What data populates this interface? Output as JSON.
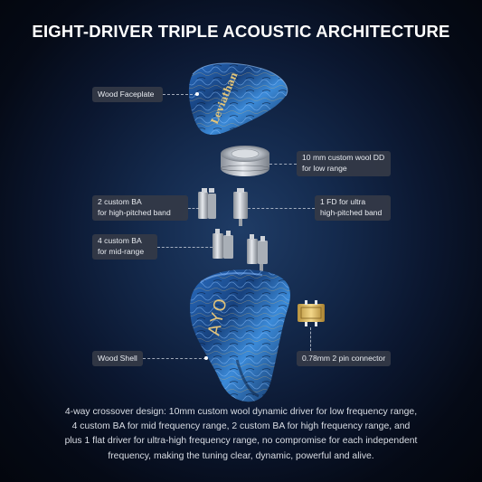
{
  "title": "EIGHT-DRIVER TRIPLE ACOUSTIC ARCHITECTURE",
  "labels": {
    "faceplate": "Wood Faceplate",
    "dd_line1": "10 mm custom wool DD",
    "dd_line2": "for low range",
    "ba2_line1": "2 custom BA",
    "ba2_line2": "for high-pitched band",
    "fd_line1": "1 FD for ultra",
    "fd_line2": "high-pitched band",
    "ba4_line1": "4 custom BA",
    "ba4_line2": "for mid-range",
    "shell": "Wood Shell",
    "connector": "0.78mm 2 pin connector"
  },
  "faceplate_text": "Leviathan",
  "shell_logo": "AYO",
  "description": [
    "4-way crossover design: 10mm custom wool dynamic driver for low frequency range,",
    "4 custom BA for mid frequency range, 2 custom BA for high frequency range, and",
    "plus 1 flat driver for ultra-high frequency range, no compromise for each independent",
    "frequency, making the tuning clear, dynamic, powerful and alive."
  ],
  "colors": {
    "background": "#0b1730",
    "label_bg": "#343a46",
    "resin_blue": "#1d4f93",
    "gold": "#d4b46a",
    "metal": "#b9bec6"
  }
}
